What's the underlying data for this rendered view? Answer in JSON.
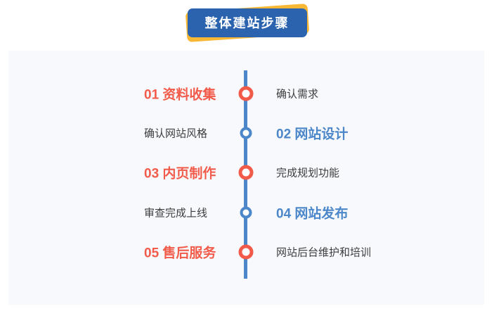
{
  "title": "整体建站步骤",
  "timeline": {
    "steps": [
      {
        "left": "01 资料收集",
        "right": "确认需求",
        "accent": "red",
        "emphasis": "left"
      },
      {
        "left": "确认网站风格",
        "right": "02 网站设计",
        "accent": "blue",
        "emphasis": "right"
      },
      {
        "left": "03 内页制作",
        "right": "完成规划功能",
        "accent": "red",
        "emphasis": "left"
      },
      {
        "left": "审查完成上线",
        "right": "04 网站发布",
        "accent": "blue",
        "emphasis": "right"
      },
      {
        "left": "05 售后服务",
        "right": "网站后台维护和培训",
        "accent": "red",
        "emphasis": "left"
      }
    ]
  },
  "colors": {
    "accent-red": "#f25b4a",
    "accent-blue": "#4c87c9",
    "badge-blue": "#2b63ae",
    "badge-yellow": "#f8b735",
    "text-dark": "#3d3d3d",
    "card-bg": "#f7f9fc",
    "page-bg": "#ffffff"
  }
}
